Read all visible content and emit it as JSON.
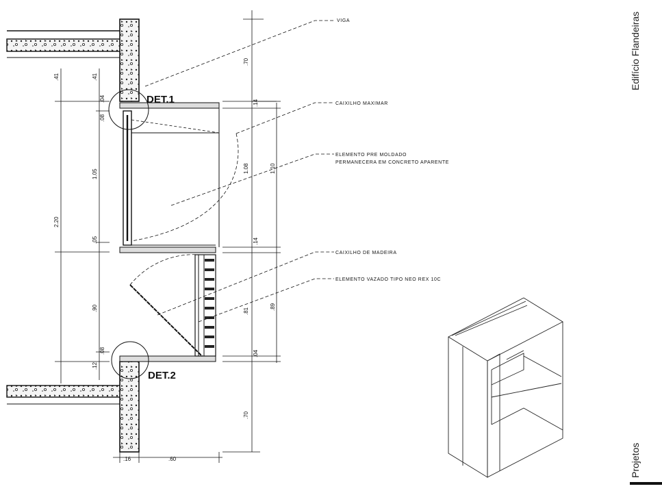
{
  "side": {
    "title": "Edifício Flandeiras",
    "section": "Projetos"
  },
  "callouts": {
    "viga": "VIGA",
    "caixilho_maximar": "CAIXILHO MAXIMAR",
    "elemento_line1": "ELEMENTO PRE MOLDADO",
    "elemento_line2": "PERMANECERA EM CONCRETO APARENTE",
    "caixilho_madeira": "CAIXILHO DE MADEIRA",
    "elemento_vazado": "ELEMENTO VAZADO TIPO NEO REX 10C"
  },
  "details": {
    "det1": "DET.1",
    "det2": "DET.2"
  },
  "dimensions": {
    "d_41_a": ".41",
    "d_41_b": ".41",
    "d_04_top": ".04",
    "d_08": ".08",
    "d_105": "1.05",
    "d_220": "2.20",
    "d_05": ".05",
    "d_90": ".90",
    "d_08_b": ".08",
    "d_12": ".12",
    "d_70_top": ".70",
    "d_14_a": ".14",
    "d_108": "1.08",
    "d_110": "1.10",
    "d_14_b": ".14",
    "d_81": ".81",
    "d_89": ".89",
    "d_04_b": ".04",
    "d_70_bot": ".70",
    "d_16": ".16",
    "d_60": ".60"
  },
  "colors": {
    "ink": "#111111",
    "paper": "#ffffff",
    "hatch": "#333333"
  }
}
